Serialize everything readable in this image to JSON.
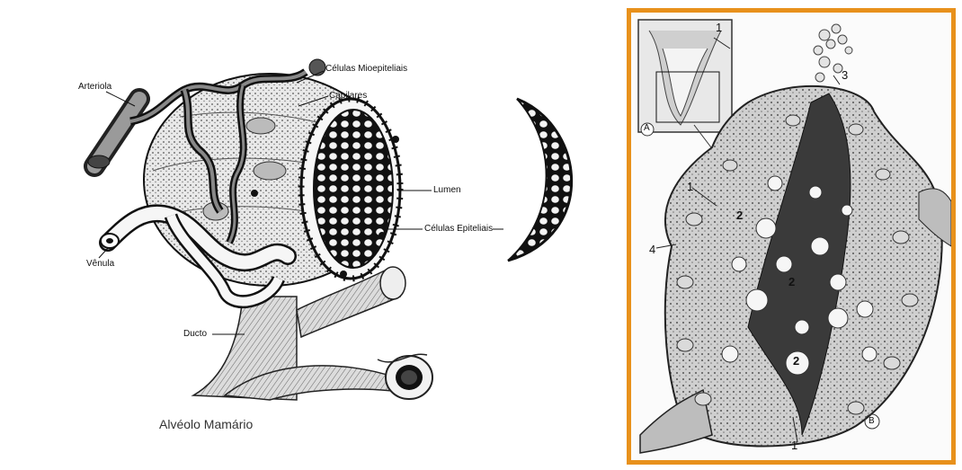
{
  "left": {
    "labels": {
      "arteriola": "Arteriola",
      "celulas_mioepiteliais": "Células Mioepiteliais",
      "capilares": "Capilares",
      "lumen": "Lumen",
      "celulas_epiteliais": "Células Epiteliais",
      "venula": "Vênula",
      "ducto": "Ducto"
    },
    "caption": "Alvéolo Mamário"
  },
  "right": {
    "numbers": {
      "n1a": "1",
      "n3": "3",
      "n1b": "1",
      "n2a": "2",
      "n4": "4",
      "n2b": "2",
      "n2c": "2",
      "n1c": "1"
    },
    "inset_letter": "A",
    "panel_letter": "B",
    "border_color": "#e8911c"
  }
}
